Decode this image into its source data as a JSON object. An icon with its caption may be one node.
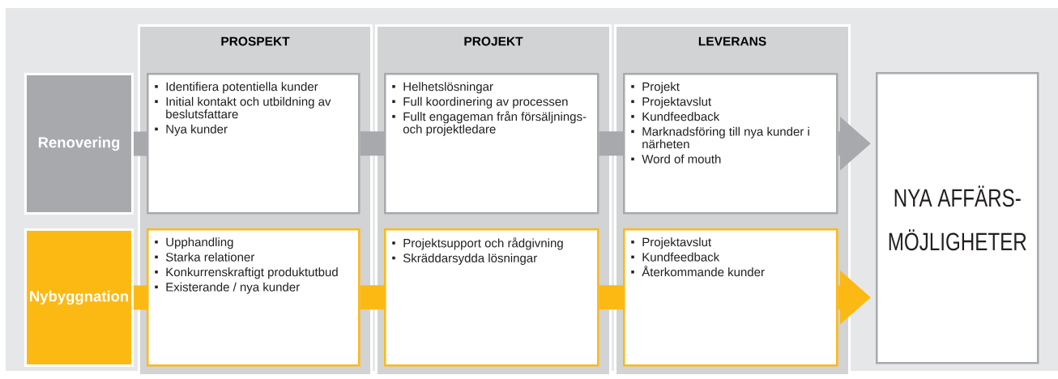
{
  "diagram": {
    "nodes": [
      {
        "text": [
          "PROSPEKT"
        ]
      },
      {
        "text": [
          "PROJEKT"
        ]
      },
      {
        "text": [
          "LEVERANS"
        ]
      },
      {
        "text": [
          "Renovering"
        ]
      },
      {
        "text": [
          "Nybyggnation"
        ]
      },
      {
        "text": [
          "Identifiera potentiella kunder",
          "Initial kontakt och utbildning av beslutsfattare",
          "Nya kunder"
        ],
        "in": 0
      },
      {
        "text": [
          "Helhetslösningar",
          "Full koordinering av processen",
          "Fullt engageman från försäljnings- och projektledare"
        ],
        "in": 1
      },
      {
        "text": [
          "Projekt",
          "Projektavslut",
          "Kundfeedback",
          "Marknadsföring till nya kunder i närheten",
          "Word of mouth"
        ],
        "in": 2
      },
      {
        "text": [
          "Upphandling",
          "Starka relationer",
          "Konkurrenskraftigt produktutbud",
          "Existerande / nya kunder"
        ],
        "in": 0
      },
      {
        "text": [
          "Projektsupport och rådgivning",
          "Skräddarsydda lösningar"
        ],
        "in": 1
      },
      {
        "text": [
          "Projektavslut",
          "Kundfeedback",
          "Återkommande kunder"
        ],
        "in": 2
      },
      {
        "text": [
          "NYA AFFÄRS- MÖJLIGHETER"
        ]
      }
    ],
    "edges": [
      {
        "from": 3,
        "to": 5,
        "arrow": "none",
        "color": "#a7a9ac"
      },
      {
        "from": 5,
        "to": 6,
        "arrow": "none",
        "color": "#a7a9ac"
      },
      {
        "from": 6,
        "to": 7,
        "arrow": "none",
        "color": "#a7a9ac"
      },
      {
        "from": 7,
        "to": 11,
        "arrow": "to",
        "color": "#a7a9ac"
      },
      {
        "from": 4,
        "to": 8,
        "arrow": "none",
        "color": "#fdb913"
      },
      {
        "from": 8,
        "to": 9,
        "arrow": "none",
        "color": "#fdb913"
      },
      {
        "from": 9,
        "to": 10,
        "arrow": "none",
        "color": "#fdb913"
      },
      {
        "from": 10,
        "to": 11,
        "arrow": "to",
        "color": "#fdb913"
      }
    ]
  }
}
